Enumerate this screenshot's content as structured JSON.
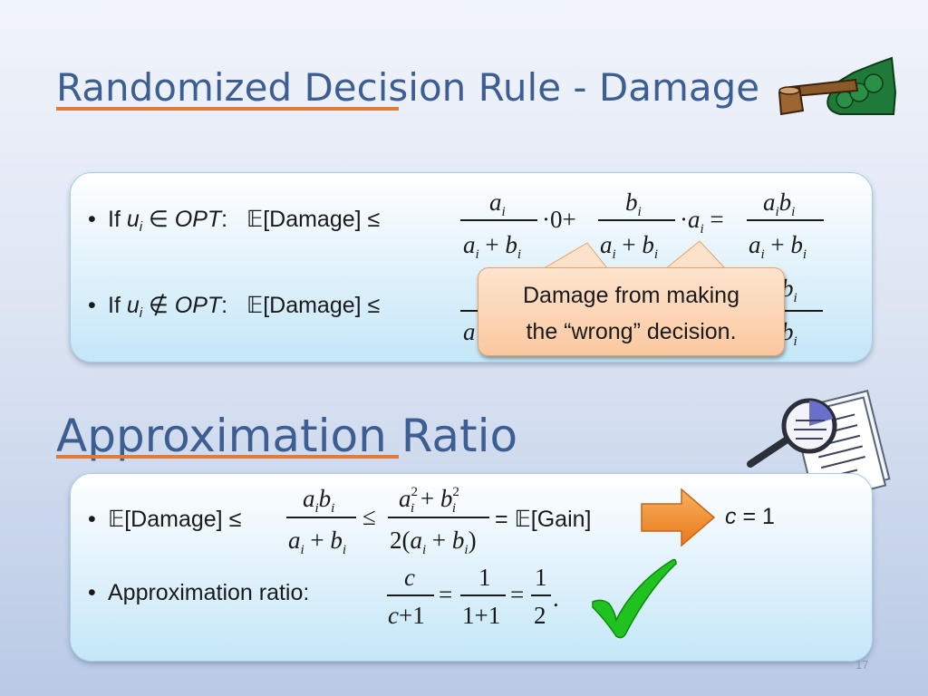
{
  "title": "Randomized Decision Rule - Damage",
  "section_title": "Approximation Ratio",
  "panel1": {
    "line1": {
      "prefix": "If ",
      "var": "u",
      "sub": "i",
      "rel": " ∈ ",
      "set": "OPT",
      "colon": ":",
      "exp": "𝔼[Damage] ≤"
    },
    "line2": {
      "prefix": "If ",
      "var": "u",
      "sub": "i",
      "rel": " ∉ ",
      "set": "OPT",
      "colon": ":",
      "exp": "𝔼[Damage] ≤"
    }
  },
  "callout": {
    "line1": "Damage from making",
    "line2": "the “wrong” decision."
  },
  "panel2": {
    "bullet1_label": "𝔼[Damage] ≤",
    "gain_label": "= 𝔼[Gain]",
    "c_label": "c",
    "c_value": "= 1",
    "bullet2_label": "Approximation ratio:"
  },
  "math": {
    "a": "a",
    "b": "b",
    "i": "i",
    "c": "c",
    "zero": "0",
    "one": "1",
    "two": "2",
    "sq": "2",
    "plus": "+",
    "eq": "=",
    "cdot": "·",
    "leq": "≤",
    "period": ".",
    "lparen": "(",
    "rparen": ")"
  },
  "page_number": "17",
  "colors": {
    "title": "#3d5e93",
    "underline": "#e07b39",
    "callout": "#fbc89f",
    "arrow": "#f0891e",
    "check": "#22c422"
  }
}
